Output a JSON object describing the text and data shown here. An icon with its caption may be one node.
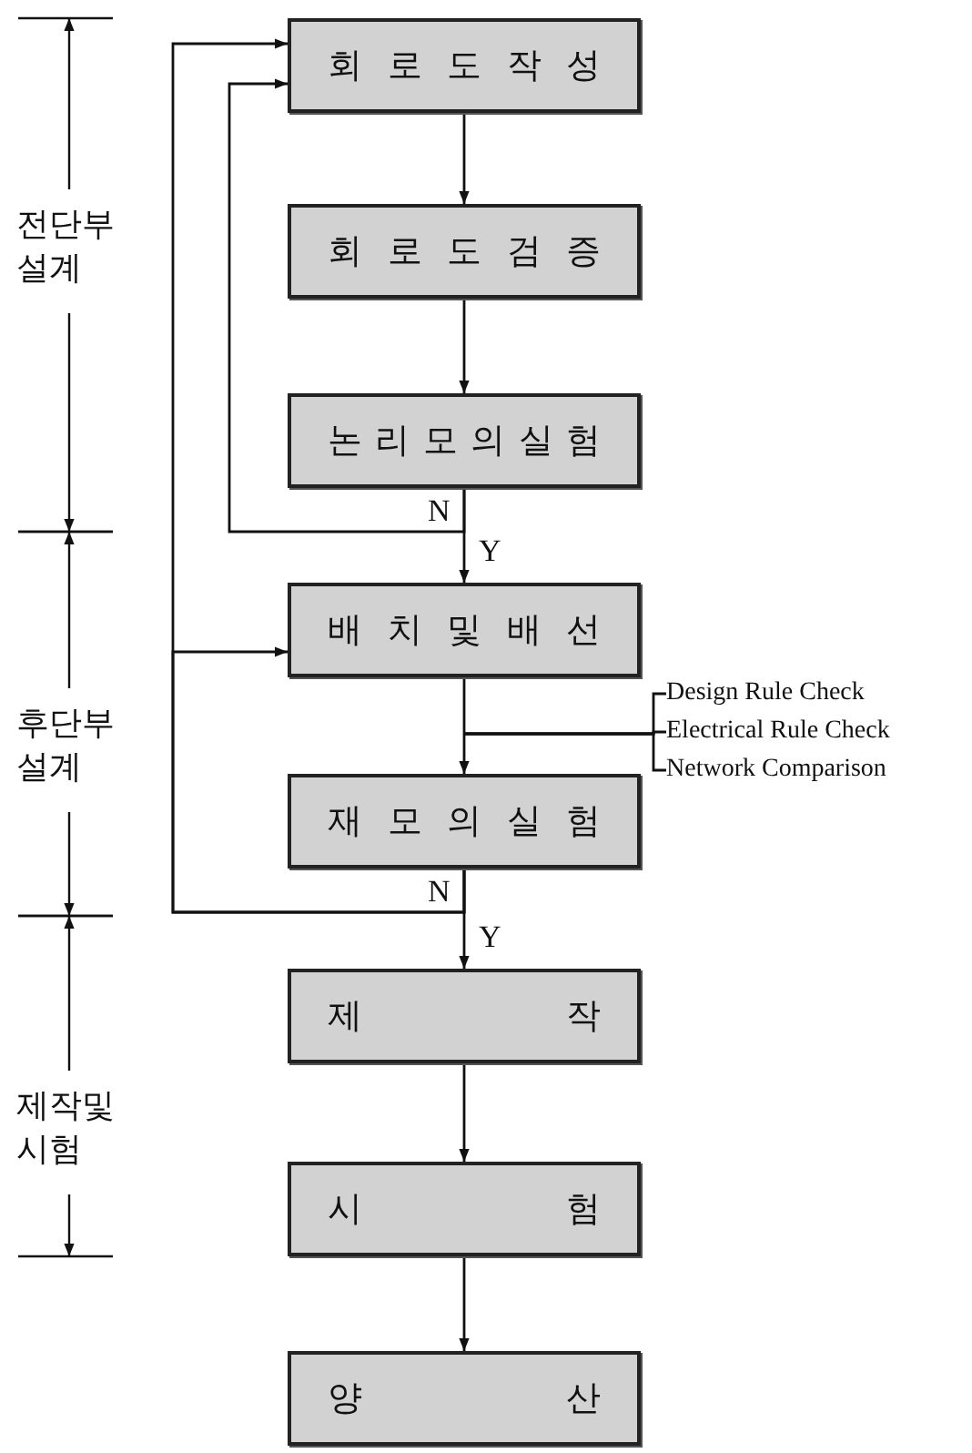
{
  "diagram": {
    "nodes": [
      {
        "text": [
          "회로도작성"
        ]
      },
      {
        "text": [
          "회로도검증"
        ]
      },
      {
        "text": [
          "논리모의실험"
        ]
      },
      {
        "text": [
          "배치및배선"
        ]
      },
      {
        "text": [
          "재모의실험"
        ]
      },
      {
        "text": [
          "제작"
        ]
      },
      {
        "text": [
          "시험"
        ]
      },
      {
        "text": [
          "양산"
        ]
      },
      {
        "text": [
          "Design Rule Check"
        ]
      },
      {
        "text": [
          "Electrical Rule Check"
        ]
      },
      {
        "text": [
          "Network Comparison"
        ]
      }
    ],
    "edges": [
      {
        "from": 0,
        "to": 1,
        "arrow": "to"
      },
      {
        "from": 1,
        "to": 2,
        "arrow": "to"
      },
      {
        "from": 2,
        "to": 0,
        "arrow": "to",
        "label": "N"
      },
      {
        "from": 2,
        "to": 3,
        "arrow": "to",
        "label": "Y"
      },
      {
        "from": 3,
        "to": 4,
        "arrow": "to"
      },
      {
        "from": 4,
        "to": 0,
        "arrow": "to",
        "label": "N"
      },
      {
        "from": 4,
        "to": 3,
        "arrow": "to"
      },
      {
        "from": 4,
        "to": 5,
        "arrow": "to",
        "label": "Y"
      },
      {
        "from": 5,
        "to": 6,
        "arrow": "to"
      },
      {
        "from": 6,
        "to": 7,
        "arrow": "to"
      },
      {
        "from": 8,
        "to": null,
        "arrow": "none"
      },
      {
        "from": 9,
        "to": null,
        "arrow": "none"
      },
      {
        "from": 10,
        "to": null,
        "arrow": "none"
      }
    ],
    "labels": [
      "전단부 설계",
      "후단부 설계",
      "제작및 시험"
    ]
  }
}
